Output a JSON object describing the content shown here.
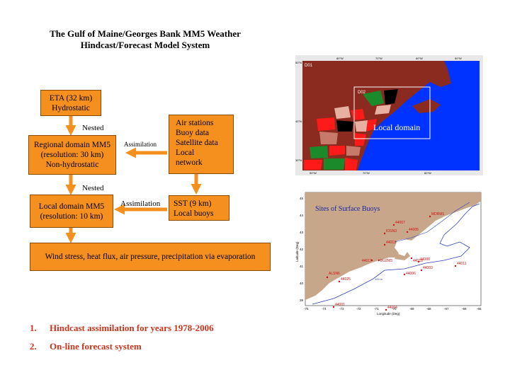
{
  "title": {
    "line1": "The Gulf of Maine/Georges Bank MM5 Weather",
    "line2": "Hindcast/Forecast Model System"
  },
  "boxes": {
    "eta": {
      "line1": "ETA (32 km)",
      "line2": "Hydrostatic"
    },
    "regional": {
      "line1": "Regional domain MM5",
      "line2": "(resolution: 30 km)",
      "line3": "Non-hydrostatic"
    },
    "obs": {
      "line1": "Air stations",
      "line2": "Buoy data",
      "line3": "Satellite data",
      "line4": "Local",
      "line5": "network"
    },
    "local": {
      "line1": "Local domain MM5",
      "line2": "(resolution: 10 km)"
    },
    "sst": {
      "line1": "SST (9 km)",
      "line2": "Local buoys"
    },
    "output": {
      "text": "Wind stress, heat flux, air pressure, precipitation via evaporation"
    }
  },
  "labels": {
    "nested1": "Nested",
    "nested2": "Nested",
    "assim1": "Assimilation",
    "assim2": "Assimilation"
  },
  "list": [
    {
      "num": "1.",
      "text": "Hindcast assimilation for years 1978-2006"
    },
    {
      "num": "2.",
      "text": "On-line forecast system"
    }
  ],
  "map1": {
    "d01": "D01",
    "d02": "D02",
    "local_domain": "Local domain",
    "top_ticks": [
      "80°W",
      "70°W",
      "60°W",
      "50°W"
    ],
    "bottom_ticks": [
      "90°W",
      "70°W",
      "60°W"
    ],
    "left_ticks": [
      "50°N",
      "40°N",
      "30°N"
    ]
  },
  "map2": {
    "title": "Sites of Surface Buoys",
    "xlabel": "Longitude (Deg)",
    "ylabel": "Latitude (Deg)",
    "xticks": [
      "-75",
      "-74",
      "-73",
      "-72",
      "-71",
      "-70",
      "-69",
      "-68",
      "-67",
      "-66",
      "-65"
    ],
    "yticks": [
      "45",
      "44",
      "43",
      "42",
      "41",
      "40",
      "39"
    ],
    "buoys": [
      "44007",
      "IOSN3",
      "44005",
      "MDRM1",
      "44013",
      "44008",
      "44018",
      "44003",
      "44011",
      "44006",
      "ALSN6",
      "44025",
      "44001",
      "44004",
      "BUZM3",
      "44017"
    ],
    "isobath": "100 m"
  },
  "colors": {
    "box": "#f5901e",
    "arrow": "#f5901e",
    "list": "#c8341c",
    "ocean": "#0033ff",
    "land": "#8b2a1e",
    "map2_land": "#c8a68a"
  }
}
